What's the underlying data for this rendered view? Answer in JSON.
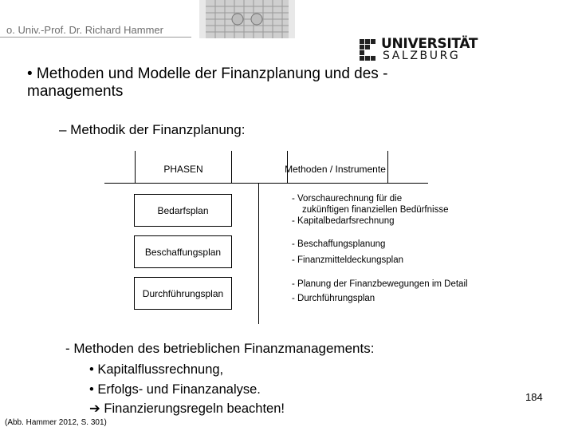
{
  "header": {
    "author": "o. Univ.-Prof. Dr. Richard Hammer",
    "logo_line1": "UNIVERSITÄT",
    "logo_line2": "SALZBURG"
  },
  "main": {
    "title": "• Methoden und Modelle der Finanzplanung und des -managements",
    "subtitle": "– Methodik der Finanzplanung:"
  },
  "diagram": {
    "left_header": "PHASEN",
    "right_header": "Methoden / Instrumente",
    "phases": [
      "Bedarfsplan",
      "Beschaffungsplan",
      "Durchführungsplan"
    ],
    "methods": [
      [
        "- Vorschaurechnung für die",
        "zukünftigen finanziellen Bedürfnisse",
        "- Kapitalbedarfsrechnung"
      ],
      [
        "- Beschaffungsplanung",
        "- Finanzmitteldeckungsplan"
      ],
      [
        "- Planung der Finanzbewegungen im Detail",
        "- Durchführungsplan"
      ]
    ]
  },
  "section2": {
    "heading": "- Methoden des betrieblichen Finanzmanagements:",
    "bullets": [
      "• Kapitalflussrechnung,",
      "• Erfolgs- und Finanzanalyse."
    ],
    "arrow_line": "Finanzierungsregeln beachten!"
  },
  "footer": {
    "caption": "(Abb. Hammer 2012, S. 301)",
    "page_number": "184"
  }
}
